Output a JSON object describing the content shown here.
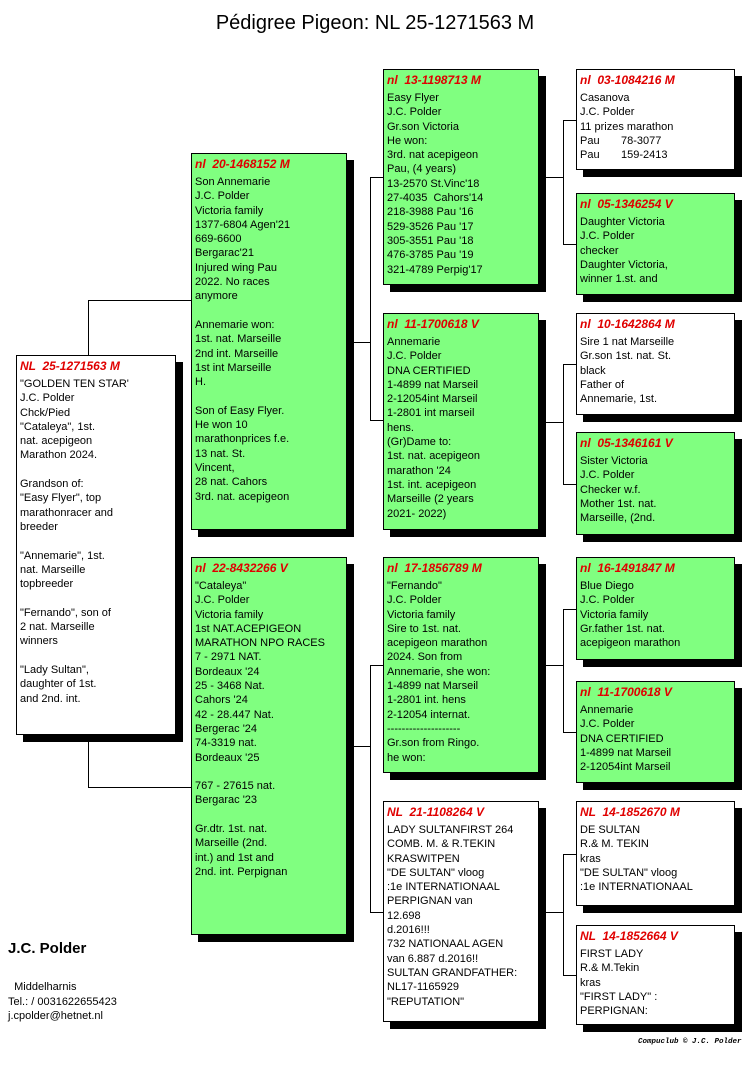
{
  "title": "Pédigree Pigeon: NL  25-1271563 M",
  "pigeons": {
    "subject": {
      "ring": "NL  25-1271563 M",
      "color": "white",
      "lines": [
        "\"GOLDEN TEN STAR'",
        "J.C. Polder",
        "Chck/Pied",
        "\"Cataleya\", 1st.",
        "nat. acepigeon",
        "Marathon 2024.",
        "",
        "Grandson of:",
        "\"Easy Flyer\", top",
        "marathonracer and",
        "breeder",
        "",
        "\"Annemarie\", 1st.",
        "nat. Marseille",
        "topbreeder",
        "",
        "\"Fernando\", son of",
        "2 nat. Marseille",
        "winners",
        "",
        "\"Lady Sultan\",",
        "daughter of 1st.",
        "and 2nd. int."
      ]
    },
    "sire": {
      "ring": "nl  20-1468152 M",
      "color": "green",
      "lines": [
        "Son Annemarie",
        "J.C. Polder",
        "Victoria family",
        "1377-6804 Agen'21",
        "669-6600",
        "Bergarac'21",
        "Injured wing Pau",
        "2022. No races",
        "anymore",
        "",
        "Annemarie won:",
        "1st. nat. Marseille",
        "2nd int. Marseille",
        "1st int Marseille",
        "H.",
        "",
        "Son of Easy Flyer.",
        "He won 10",
        "marathonprices f.e.",
        "13 nat. St.",
        "Vincent,",
        "28 nat. Cahors",
        "3rd. nat. acepigeon"
      ]
    },
    "dam": {
      "ring": "nl  22-8432266 V",
      "color": "green",
      "lines": [
        "\"Cataleya\"",
        "J.C. Polder",
        "Victoria family",
        "1st NAT.ACEPIGEON",
        "MARATHON NPO RACES",
        "7 - 2971 NAT.",
        "Bordeaux '24",
        "25 - 3468 Nat.",
        "Cahors '24",
        "42 - 28.447 Nat.",
        "Bergerac '24",
        "74-3319 nat.",
        "Bordeaux '25",
        "",
        "767 - 27615 nat.",
        "Bergarac '23",
        "",
        "Gr.dtr. 1st. nat.",
        "Marseille (2nd.",
        "int.) and 1st and",
        "2nd. int. Perpignan"
      ]
    },
    "ss": {
      "ring": "nl  13-1198713 M",
      "color": "green",
      "lines": [
        "Easy Flyer",
        "J.C. Polder",
        "Gr.son Victoria",
        "He won:",
        "3rd. nat acepigeon",
        "Pau, (4 years)",
        "13-2570 St.Vinc'18",
        "27-4035  Cahors'14",
        "218-3988 Pau '16",
        "529-3526 Pau '17",
        "305-3551 Pau '18",
        "476-3785 Pau '19",
        "321-4789 Perpig'17"
      ]
    },
    "sd": {
      "ring": "nl  11-1700618 V",
      "color": "green",
      "lines": [
        "Annemarie",
        "J.C. Polder",
        "DNA CERTIFIED",
        "1-4899 nat Marseil",
        "2-12054int Marseil",
        "1-2801 int marseil",
        "hens.",
        "(Gr)Dame to:",
        "1st. nat. acepigeon",
        "marathon '24",
        "1st. int. acepigeon",
        "Marseille (2 years",
        "2021- 2022)"
      ]
    },
    "ds": {
      "ring": "nl  17-1856789 M",
      "color": "green",
      "lines": [
        "\"Fernando\"",
        "J.C. Polder",
        "Victoria family",
        "Sire to 1st. nat.",
        "acepigeon marathon",
        "2024. Son from",
        "Annemarie, she won:",
        "1-4899 nat Marseil",
        "1-2801 int. hens",
        "2-12054 internat.",
        "--------------------",
        "Gr.son from Ringo.",
        "he won:"
      ]
    },
    "dd": {
      "ring": "NL  21-1108264 V",
      "color": "white",
      "lines": [
        "LADY SULTANFIRST 264",
        "COMB. M. & R.TEKIN",
        "KRASWITPEN",
        "\"DE SULTAN\" vloog",
        ":1e INTERNATIONAAL",
        "PERPIGNAN van",
        "12.698",
        "d.2016!!!",
        "732 NATIONAAL AGEN",
        "van 6.887 d.2016!!",
        "SULTAN GRANDFATHER:",
        "NL17-1165929",
        "\"REPUTATION\""
      ]
    },
    "sss": {
      "ring": "nl  03-1084216 M",
      "color": "white",
      "lines": [
        "Casanova",
        "J.C. Polder",
        "11 prizes marathon",
        "Pau       78-3077",
        "Pau       159-2413"
      ]
    },
    "ssd": {
      "ring": "nl  05-1346254 V",
      "color": "green",
      "lines": [
        "Daughter Victoria",
        "J.C. Polder",
        "checker",
        "Daughter Victoria,",
        "winner 1.st. and"
      ]
    },
    "sds": {
      "ring": "nl  10-1642864 M",
      "color": "white",
      "lines": [
        "Sire 1 nat Marseille",
        "Gr.son 1st. nat. St.",
        "black",
        "Father of",
        "Annemarie, 1st."
      ]
    },
    "sdd": {
      "ring": "nl  05-1346161 V",
      "color": "green",
      "lines": [
        "Sister Victoria",
        "J.C. Polder",
        "Checker w.f.",
        "Mother 1st. nat.",
        "Marseille, (2nd."
      ]
    },
    "dss": {
      "ring": "nl  16-1491847 M",
      "color": "green",
      "lines": [
        "Blue Diego",
        "J.C. Polder",
        "Victoria family",
        "Gr.father 1st. nat.",
        "acepigeon marathon"
      ]
    },
    "dsd": {
      "ring": "nl  11-1700618 V",
      "color": "green",
      "lines": [
        "Annemarie",
        "J.C. Polder",
        "DNA CERTIFIED",
        "1-4899 nat Marseil",
        "2-12054int Marseil"
      ]
    },
    "dds": {
      "ring": "NL  14-1852670 M",
      "color": "white",
      "lines": [
        "DE SULTAN",
        "R.& M. TEKIN",
        "kras",
        "\"DE SULTAN\" vloog",
        ":1e INTERNATIONAAL"
      ]
    },
    "ddd": {
      "ring": "NL  14-1852664 V",
      "color": "white",
      "lines": [
        "FIRST LADY",
        "R.& M.Tekin",
        "kras",
        "\"FIRST LADY\" :",
        "PERPIGNAN:"
      ]
    }
  },
  "owner": {
    "name": "J.C. Polder",
    "city": "  Middelharnis",
    "phone": "Tel.:  / 0031622655423",
    "email": "j.cpolder@hetnet.nl"
  },
  "copyright": "Compuclub © J.C. Polder",
  "colors": {
    "green": "#80ff80",
    "ring_red": "#e00000"
  }
}
